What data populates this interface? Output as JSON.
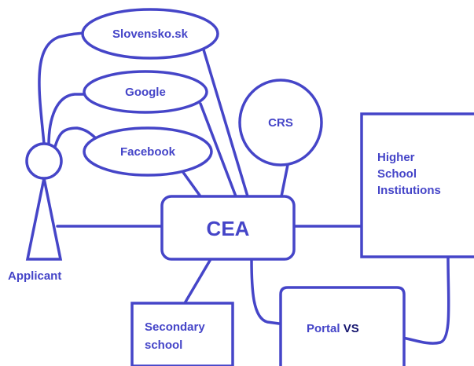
{
  "nodes": {
    "slovensko": "Slovensko.sk",
    "google": "Google",
    "facebook": "Facebook",
    "crs": "CRS",
    "cea": "CEA",
    "higher_school": [
      "Higher",
      "School",
      "Institutions"
    ],
    "secondary_school": [
      "Secondary",
      "school"
    ],
    "portal": {
      "prefix": "Portal ",
      "suffix": "VS"
    },
    "applicant": "Applicant"
  },
  "colors": {
    "stroke": "#4545c8",
    "text": "#4545c8",
    "text_dark": "#14146e",
    "background": "#ffffff"
  }
}
